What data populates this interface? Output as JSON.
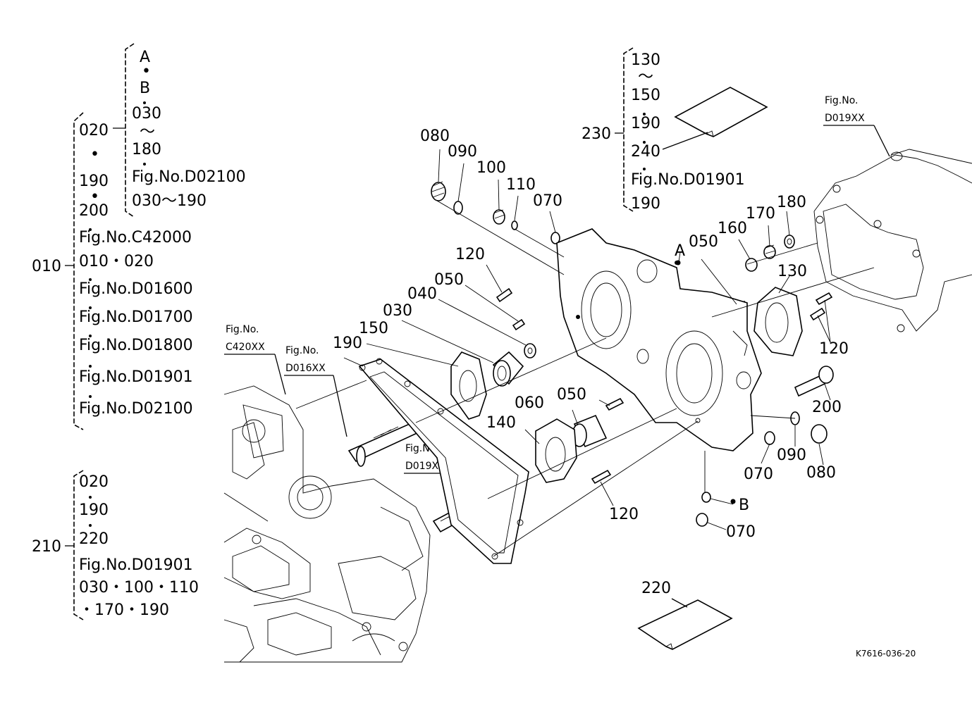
{
  "diagram": {
    "group_010": {
      "ref": "010",
      "items": [
        "020",
        "•",
        "190",
        "•",
        "200",
        "Fig.No.C42000",
        "010・020",
        "Fig.No.D01600",
        "Fig.No.D01700",
        "Fig.No.D01800",
        "Fig.No.D01901",
        "Fig.No.D02100"
      ]
    },
    "group_020": {
      "items": [
        "A",
        "•",
        "B",
        "030",
        "〜",
        "180",
        "Fig.No.D02100",
        "030〜190"
      ]
    },
    "group_210": {
      "ref": "210",
      "items": [
        "020",
        "190",
        "220",
        "Fig.No.D01901",
        "030・100・110",
        "・170・190"
      ]
    },
    "group_230": {
      "ref": "230",
      "items": [
        "130",
        "〜",
        "150",
        "190",
        "240",
        "Fig.No.D01901",
        "190"
      ]
    },
    "figrefs": {
      "c420_top": "Fig.No.",
      "c420_bottom": "C420XX",
      "d016_top": "Fig.No.",
      "d016_bottom": "D016XX",
      "d019a_top": "Fig.No.",
      "d019a_bottom": "D019XX",
      "d019b_top": "Fig.No.",
      "d019b_bottom": "D019XX"
    },
    "callouts": {
      "p080a": "080",
      "p090a": "090",
      "p100": "100",
      "p110": "110",
      "p070a": "070",
      "p120a": "120",
      "p050a": "050",
      "p040": "040",
      "p030": "030",
      "p150": "150",
      "p190": "190",
      "pA": "A",
      "p050b": "050",
      "p160": "160",
      "p170": "170",
      "p180": "180",
      "p130": "130",
      "p120b": "120",
      "p200": "200",
      "p060": "060",
      "p050c": "050",
      "p140": "140",
      "p120c": "120",
      "p070b": "070",
      "p090b": "090",
      "p080b": "080",
      "pB": "B",
      "p070c": "070",
      "p220": "220"
    },
    "code": "K7616-036-20"
  }
}
